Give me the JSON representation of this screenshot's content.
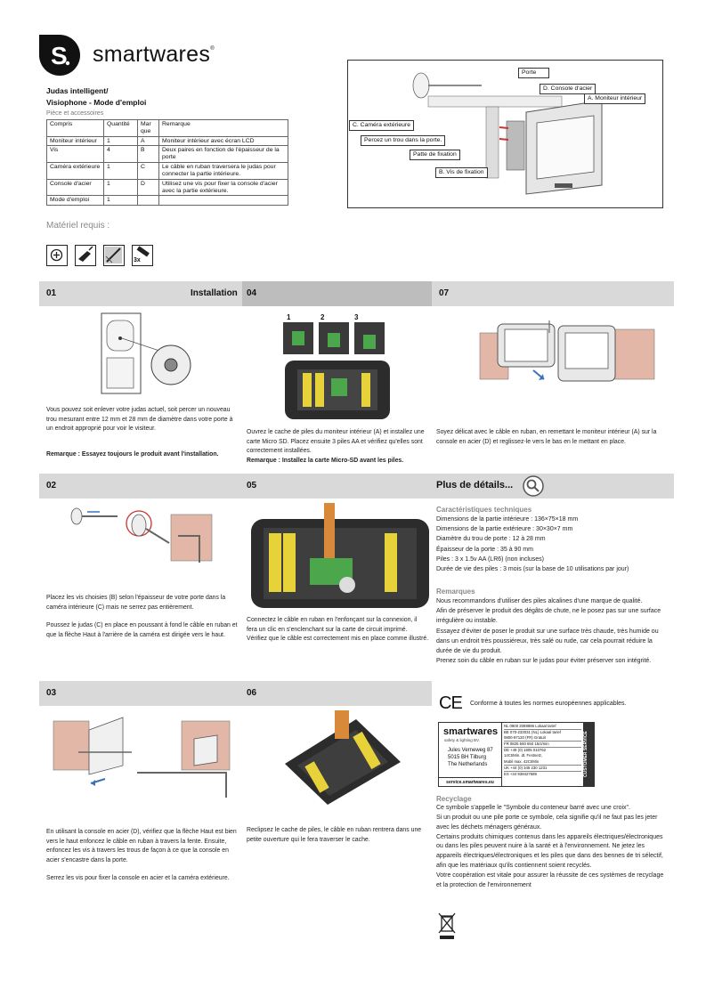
{
  "header": {
    "brand": "smartwares",
    "title_line1": "Judas intelligent/",
    "title_line2": "Visiophone - Mode d'emploi",
    "subtitle": "Pièce et accessoires"
  },
  "parts_table": {
    "headers": [
      "Compris",
      "Quantité",
      "Mar que",
      "Remarque"
    ],
    "rows": [
      [
        "Moniteur intérieur",
        "1",
        "A",
        "Moniteur intérieur avec écran LCD"
      ],
      [
        "Vis",
        "4",
        "B",
        "Deux paires en fonction de l'épaisseur de la porte"
      ],
      [
        "Caméra extérieure",
        "1",
        "C",
        "Le câble en ruban traversera le judas pour connecter la partie intérieure."
      ],
      [
        "Console d'acier",
        "1",
        "D",
        "Utilisez une vis pour fixer la console d'acier avec la partie extérieure."
      ],
      [
        "Mode d'emploi",
        "1",
        "",
        ""
      ]
    ]
  },
  "required": {
    "label": "Matériel requis :",
    "tools": [
      "screwdriver-icon",
      "drill-icon",
      "drill-bit-icon",
      "batteries-icon"
    ],
    "battery_qty": "3x"
  },
  "diagram": {
    "labels": {
      "porte": "Porte",
      "console": "D. Console d'acier",
      "moniteur": "A. Moniteur intérieur",
      "camera": "C. Caméra extérieure",
      "percez": "Percez un trou dans la porte.",
      "patte": "Patte de fixation",
      "vis": "B. Vis de fixation"
    }
  },
  "sections": {
    "s01": {
      "num": "01",
      "title": "Installation",
      "text": "Vous pouvez soit enlever votre judas actuel, soit percer un nouveau trou mesurant entre 12 mm et 28 mm de diamètre dans votre porte à un endroit approprié pour voir le visiteur.",
      "note": "Remarque : Essayez toujours le produit avant l'installation."
    },
    "s02": {
      "num": "02",
      "text1": "Placez les vis choisies (B) selon l'épaisseur de votre porte dans la caméra intérieure (C) mais ne serrez pas entièrement.",
      "text2": "Poussez le judas (C) en place en poussant à fond le câble en ruban et que la flèche Haut à l'arrière de la caméra est dirigée vers le haut."
    },
    "s03": {
      "num": "03",
      "text1": "En utilisant la console en acier (D), vérifiez que la flèche Haut est bien vers le haut enfoncez le câble en ruban à travers la fente. Ensuite, enfoncez les vis à travers les trous de façon à ce que la console en acier s'encastre dans la porte.",
      "text2": "Serrez les vis pour fixer la console en acier et la caméra extérieure."
    },
    "s04": {
      "num": "04",
      "steps": [
        "1",
        "2",
        "3"
      ],
      "text": "Ouvrez le cache de piles du moniteur intérieur (A) et installez une carte Micro SD. Placez ensuite 3 piles AA et vérifiez qu'elles sont correctement installées.",
      "note": "Remarque : Installez la carte Micro-SD avant les piles."
    },
    "s05": {
      "num": "05",
      "text": "Connectez le câble en ruban en l'enfonçant sur la connexion, il fera un clic en s'enclenchant sur la carte de circuit imprimé. Vérifiez que le câble est correctement mis en place comme illustré."
    },
    "s06": {
      "num": "06",
      "text": "Reclipsez le cache de piles, le câble en ruban rentrera dans une petite ouverture qui le fera traverser le cache."
    },
    "s07": {
      "num": "07",
      "text": "Soyez délicat avec le câble en ruban, en remettant le moniteur intérieur (A) sur la console en acier (D) et reglissez-le vers le bas en le mettant en place."
    }
  },
  "details": {
    "title": "Plus de détails...",
    "specs_title": "Caractéristiques techniques",
    "specs": [
      "Dimensions de la partie intérieure : 136×75×18 mm",
      "Dimensions de la partie extérieure : 30×30×7 mm",
      "Diamètre du trou de porte : 12 à 28 mm",
      "Épaisseur de la porte : 35 à 90 mm",
      "Piles : 3 x 1.5v AA (LR6) (non incluses)",
      "Durée de vie des piles : 3 mois (sur la base de 10 utilisations par jour)"
    ],
    "remarks_title": "Remarques",
    "remarks": [
      "Nous recommandons d'utiliser des piles alcalines d'une marque de qualité.",
      "Afin de préserver le produit des dégâts de chute, ne le posez pas sur une surface irrégulière ou instable.",
      "Essayez d'éviter de poser le produit sur une surface très chaude, très humide ou dans un endroit très poussiéreux, très salé ou rude, car cela pourrait réduire la durée de vie du produit.",
      "Prenez soin du câble en ruban sur le judas pour éviter préserver son intégrité."
    ],
    "ce_text": "Conforme à toutes les normes européennes applicables.",
    "customer_service": {
      "brand": "smartwares",
      "tagline": "safety & lighting BV.",
      "address": [
        "Jules Verneweg 87",
        "5015 BH Tilburg",
        "The Netherlands"
      ],
      "web": "service.smartwares.eu",
      "side": "CUSTOMER SERVICE",
      "phones": [
        "NL  0900 2088886   Lokaal tarief",
        "BE  070-233031 (NL) Lokaal tarief",
        "     0800-97120 (FR) Gratuit",
        "FR  0825 560 650    15ct/min",
        "DE  +49 (0) 1805 010762",
        "     14Ct/Min. dt. Festnetz,",
        "     Mobil max. 42Ct/Min",
        "UK  +44 (0) 345 230 1231",
        "ES  +34 938427589"
      ]
    },
    "recycling_title": "Recyclage",
    "recycling": [
      "Ce symbole s'appelle le \"Symbole du conteneur barré avec une croix\".",
      "Si un produit ou une pile porte ce symbole, cela signifie qu'il ne faut pas les jeter avec les déchets ménagers généraux.",
      "Certains produits chimiques contenus dans les appareils électriques/électroniques ou dans les piles peuvent nuire à la santé et à l'environnement. Ne jetez les appareils électriques/électroniques et les piles que dans des bennes de tri sélectif, afin que les matériaux qu'ils contiennent soient recyclés.",
      "Votre coopération est vitale pour assurer la réussite de ces systèmes de recyclage et la protection de l'environnement"
    ]
  },
  "colors": {
    "bar": "#d9d9d9",
    "bar_dark": "#bdbdbd",
    "spec_title": "#888888",
    "accent": "#111111"
  }
}
